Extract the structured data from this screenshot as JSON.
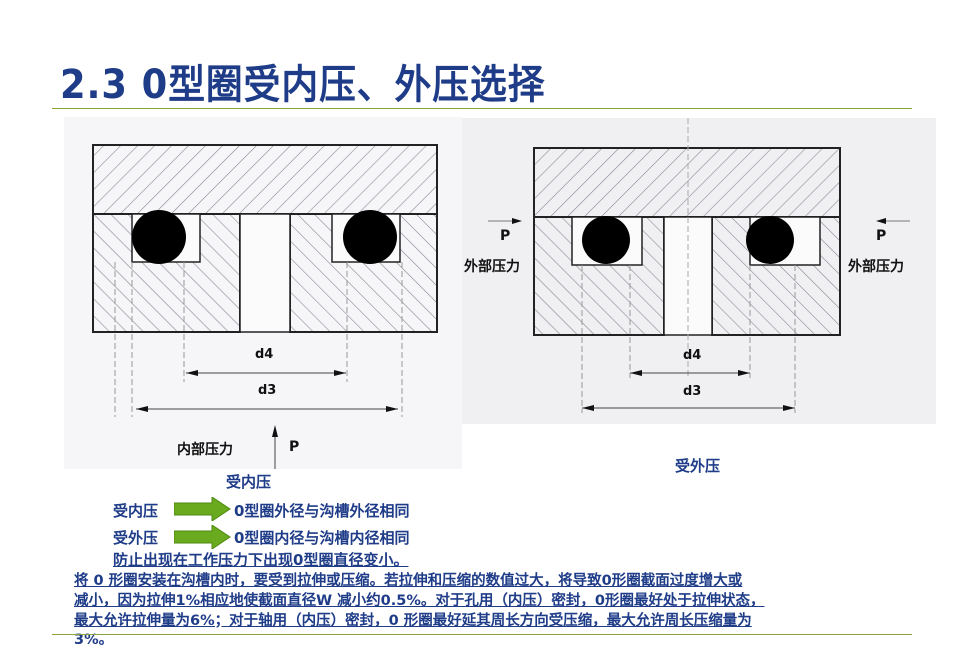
{
  "title": "2.3  0型圈受内压、外压选择",
  "figure_internal": {
    "label_d4": "d4",
    "label_d3": "d3",
    "pressure_label": "内部压力",
    "pressure_symbol": "P",
    "caption": "受内压"
  },
  "figure_external": {
    "label_d4": "d4",
    "label_d3": "d3",
    "pressure_label_left": "外部压力",
    "pressure_label_right": "外部压力",
    "pressure_symbol": "P",
    "caption": "受外压"
  },
  "rules": [
    {
      "condition": "受内压",
      "result": "0型圈外径与沟槽外径相同"
    },
    {
      "condition": "受外压",
      "result": "0型圈内径与沟槽内径相同"
    }
  ],
  "note": "防止出现在工作压力下出现0型圈直径变小。",
  "paragraph": [
    "将 0 形圈安装在沟槽内时，要受到拉伸或压缩。若拉伸和压缩的数值过大，将导致0形圈截面过度增大或",
    "减小，因为拉伸1%相应地使截面直径W 减小约0.5%。对于孔用（内压）密封，0形圈最好处于拉伸状态，",
    "最大允许拉伸量为6%；对于轴用（内压）密封，0 形圈最好延其周长方向受压缩，最大允许周长压缩量为",
    "3%。"
  ],
  "colors": {
    "title": "#1f3c88",
    "rule": "#8aa53a",
    "arrow": "#6aaa1e"
  }
}
